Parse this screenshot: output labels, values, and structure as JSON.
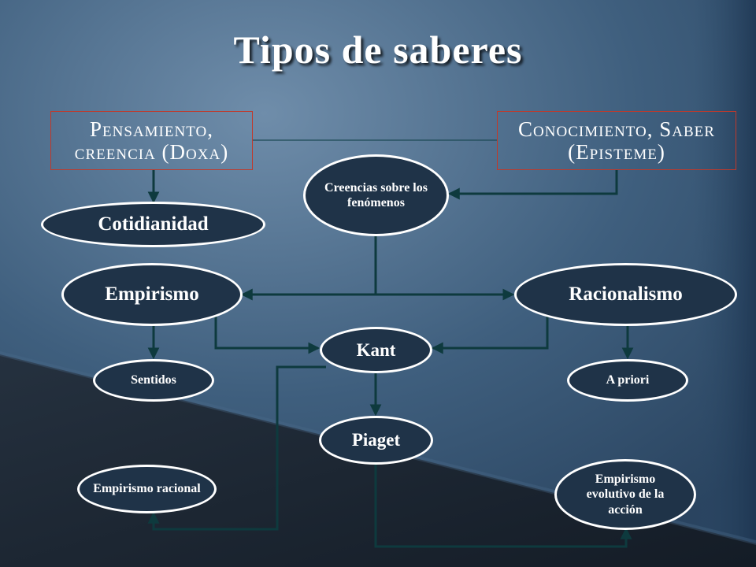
{
  "title": "Tipos de saberes",
  "colors": {
    "background_top": "#5a7a99",
    "background_dark": "#1a2634",
    "oval_fill": "#1f3348",
    "oval_border": "#ffffff",
    "box_border": "#c0392b",
    "connector": "#0e3a3e",
    "text": "#ffffff"
  },
  "boxes": {
    "doxa": "Pensamiento, creencia (Doxa)",
    "episteme": "Conocimiento, Saber (Episteme)"
  },
  "nodes": {
    "creencias": "Creencias sobre los fenómenos",
    "cotidianidad": "Cotidianidad",
    "empirismo": "Empirismo",
    "racionalismo": "Racionalismo",
    "kant": "Kant",
    "sentidos": "Sentidos",
    "a_priori": "A priori",
    "piaget": "Piaget",
    "empirismo_racional": "Empirismo racional",
    "empirismo_evolutivo": "Empirismo evolutivo de la acción"
  }
}
